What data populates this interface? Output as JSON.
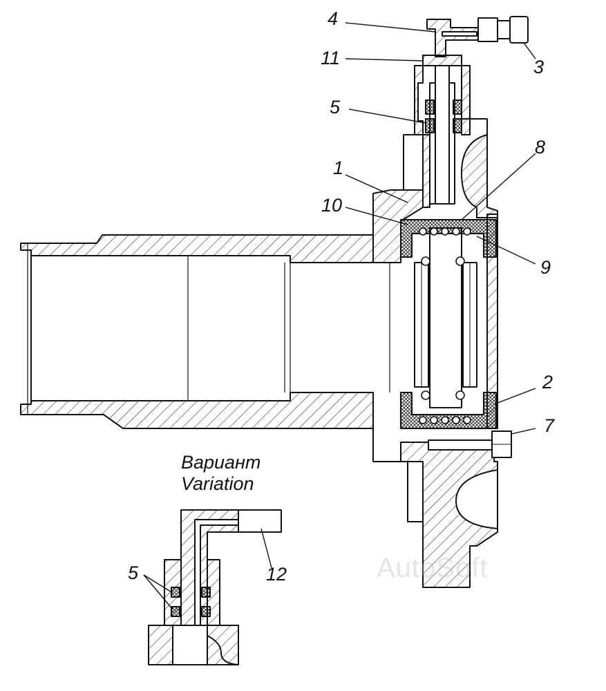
{
  "callouts": [
    {
      "id": "4",
      "text": "4"
    },
    {
      "id": "11",
      "text": "11"
    },
    {
      "id": "3",
      "text": "3"
    },
    {
      "id": "5",
      "text": "5"
    },
    {
      "id": "8",
      "text": "8"
    },
    {
      "id": "1",
      "text": "1"
    },
    {
      "id": "10",
      "text": "10"
    },
    {
      "id": "9",
      "text": "9"
    },
    {
      "id": "2",
      "text": "2"
    },
    {
      "id": "7",
      "text": "7"
    },
    {
      "id": "5b",
      "text": "5"
    },
    {
      "id": "12",
      "text": "12"
    }
  ],
  "variant": {
    "line1": "Вариант",
    "line2": "Variation"
  },
  "watermark": "AutoSoft"
}
